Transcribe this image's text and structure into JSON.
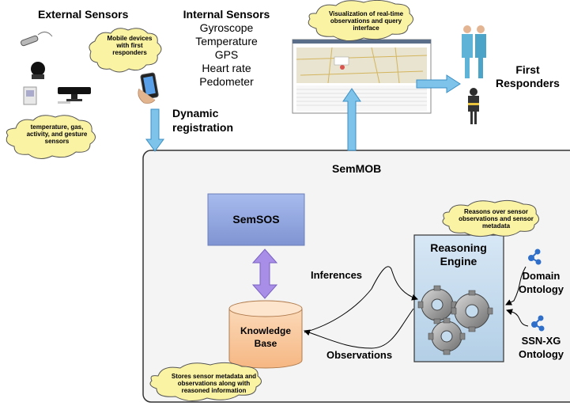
{
  "external_sensors": {
    "title": "External Sensors",
    "cloud": "temperature, gas, activity, and gesture sensors"
  },
  "internal_sensors": {
    "title": "Internal Sensors",
    "items": [
      "Gyroscope",
      "Temperature",
      "GPS",
      "Heart rate",
      "Pedometer"
    ]
  },
  "mobile_cloud": "Mobile devices with first responders",
  "dynamic_registration": "Dynamic registration",
  "visualization_cloud": "Visualization of real-time observations and query interface",
  "first_responders": "First Responders",
  "semmob": {
    "title": "SemMOB",
    "semsos": "SemSOS",
    "knowledge_base": "Knowledge Base",
    "reasoning_engine": "Reasoning Engine",
    "reasoning_cloud": "Reasons over sensor observations and sensor metadata",
    "inferences": "Inferences",
    "observations": "Observations",
    "domain_ontology": "Domain Ontology",
    "ssn_ontology": "SSN-XG Ontology",
    "kb_cloud": "Stores sensor metadata and observations along with reasoned information"
  },
  "colors": {
    "arrow_blue": "#7ec3ea",
    "arrow_blue_stroke": "#3b8fc4",
    "semsos_fill": "#8fa5dd",
    "kb_fill": "#f9c9a0",
    "engine_fill": "#c5dcef",
    "purple_arrow": "#a98ee8",
    "cloud_fill": "#fbf3a4",
    "ontology_icon": "#2f6fc9"
  }
}
